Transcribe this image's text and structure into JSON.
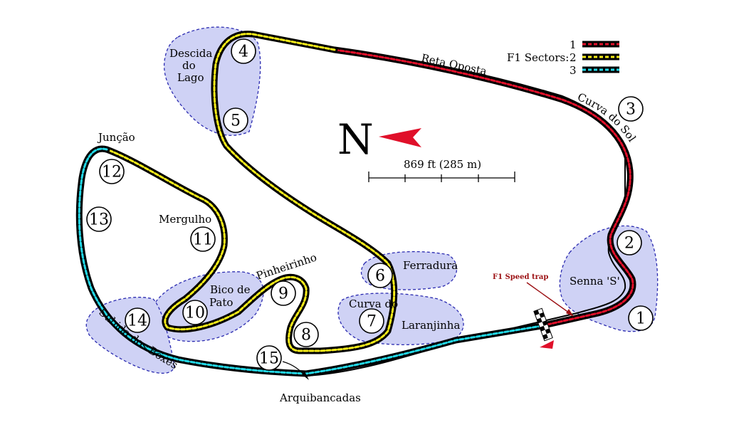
{
  "compass": {
    "letter": "N"
  },
  "scale_bar": {
    "label": "869 ft (285 m)"
  },
  "legend": {
    "title": "F1 Sectors:",
    "items": [
      {
        "number": "1",
        "color": "#e0102a"
      },
      {
        "number": "2",
        "color": "#f5ec1a"
      },
      {
        "number": "3",
        "color": "#22d8e6"
      }
    ]
  },
  "speed_trap": {
    "label": "F1 Speed trap",
    "color": "#9b0f12"
  },
  "turns": [
    "1",
    "2",
    "3",
    "4",
    "5",
    "6",
    "7",
    "8",
    "9",
    "10",
    "11",
    "12",
    "13",
    "14",
    "15"
  ],
  "corner_names": {
    "descida": "Descida",
    "do1": "do",
    "lago": "Lago",
    "juncao": "Junção",
    "mergulho": "Mergulho",
    "bico": "Bico de",
    "pato": "Pato",
    "pinheirinho": "Pinheirinho",
    "ferradura": "Ferradura",
    "curva_do": "Curva do",
    "laranjinha": "Laranjinha",
    "senna": "Senna 'S'",
    "subida": "Subida dos Boxes",
    "arquibancadas": "Arquibancadas",
    "reta": "Reta Oposta",
    "curva_sol": "Curva do Sol"
  },
  "colors": {
    "zone": "#cfd2f5",
    "zone_stroke": "#2b2bb0",
    "track": "#000000"
  }
}
